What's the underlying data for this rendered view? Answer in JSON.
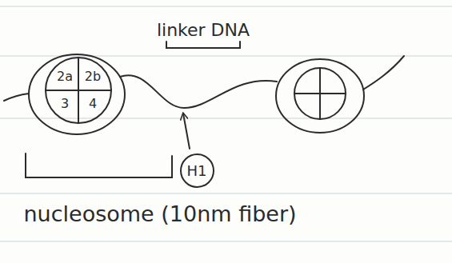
{
  "diagram": {
    "nodes": [
      {
        "text": [
          "H1"
        ]
      }
    ],
    "labels": [
      "linker DNA",
      "2a",
      "2b",
      "3",
      "4",
      "nucleosome (10nm fiber)"
    ]
  }
}
